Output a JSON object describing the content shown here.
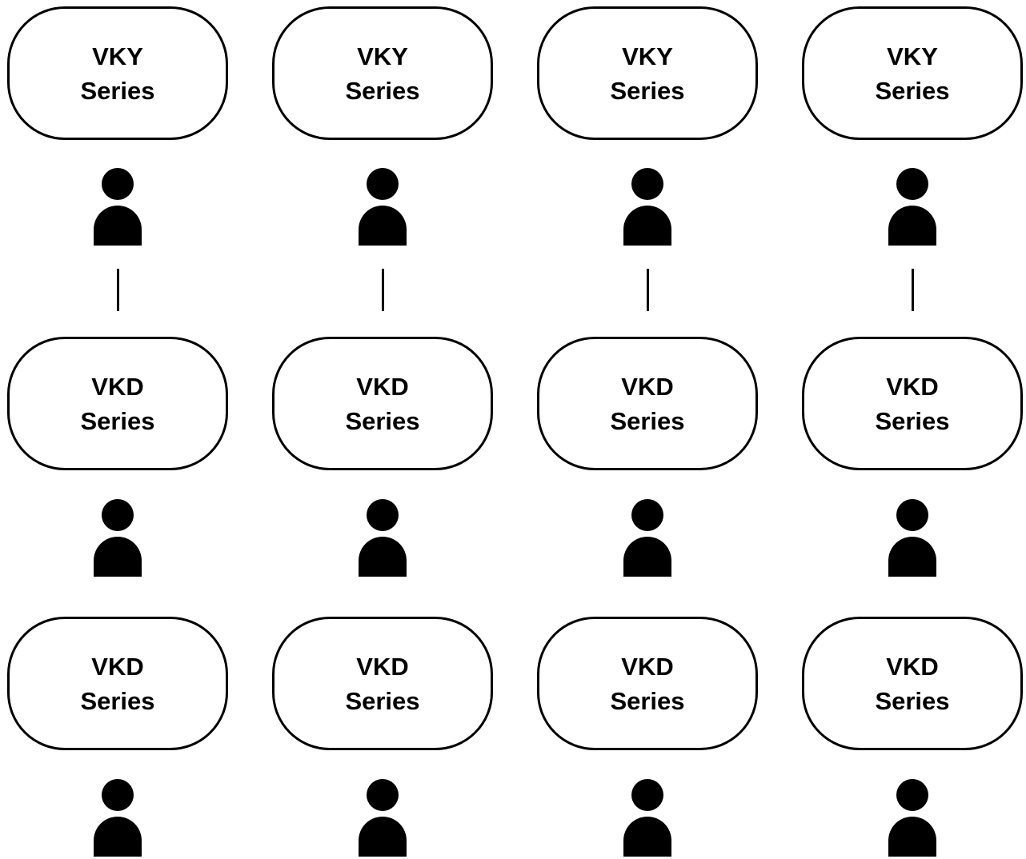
{
  "nodes": {
    "row1": [
      {
        "line1": "VKY",
        "line2": "Series"
      },
      {
        "line1": "VKY",
        "line2": "Series"
      },
      {
        "line1": "VKY",
        "line2": "Series"
      },
      {
        "line1": "VKY",
        "line2": "Series"
      }
    ],
    "row2": [
      {
        "line1": "VKD",
        "line2": "Series"
      },
      {
        "line1": "VKD",
        "line2": "Series"
      },
      {
        "line1": "VKD",
        "line2": "Series"
      },
      {
        "line1": "VKD",
        "line2": "Series"
      }
    ],
    "row3": [
      {
        "line1": "VKD",
        "line2": "Series"
      },
      {
        "line1": "VKD",
        "line2": "Series"
      },
      {
        "line1": "VKD",
        "line2": "Series"
      },
      {
        "line1": "VKD",
        "line2": "Series"
      }
    ]
  },
  "icons": {
    "person": "person-icon"
  },
  "colors": {
    "stroke": "#000000",
    "background": "#ffffff"
  }
}
